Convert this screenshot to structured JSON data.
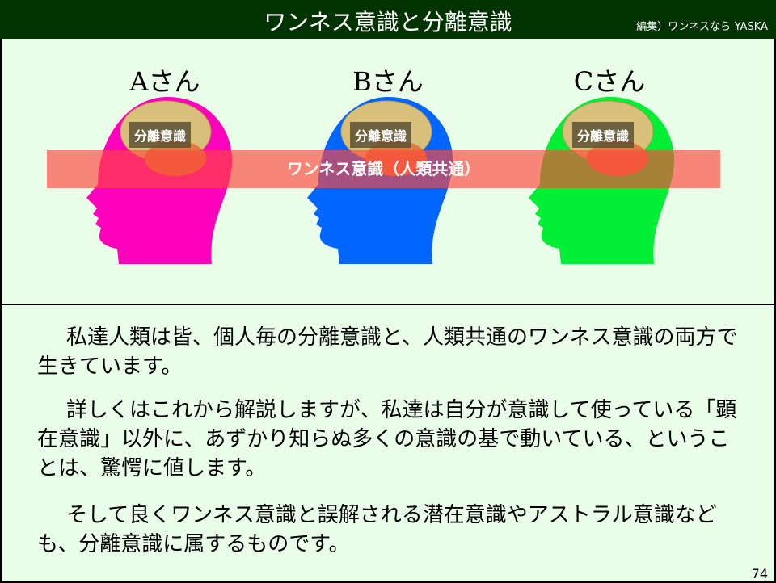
{
  "title": "ワンネス意識と分離意識",
  "credit": "編集）ワンネスなら-YASKA",
  "people": [
    {
      "name": "Aさん",
      "label": "分離意識",
      "color": "#ff00bb"
    },
    {
      "name": "Bさん",
      "label": "分離意識",
      "color": "#0066ff"
    },
    {
      "name": "Cさん",
      "label": "分離意識",
      "color": "#00ee33"
    }
  ],
  "band": "ワンネス意識（人類共通）",
  "paragraphs": [
    "私達人類は皆、個人毎の分離意識と、人類共通のワンネス意識の両方で生きています。",
    "詳しくはこれから解説しますが、私達は自分が意識して使っている「顕在意識」以外に、あずかり知らぬ多くの意識の基で動いている、ということは、驚愕に値します。",
    "そして良くワンネス意識と誤解される潜在意識やアストラル意識なども、分離意識に属するものです。"
  ],
  "page": "74"
}
